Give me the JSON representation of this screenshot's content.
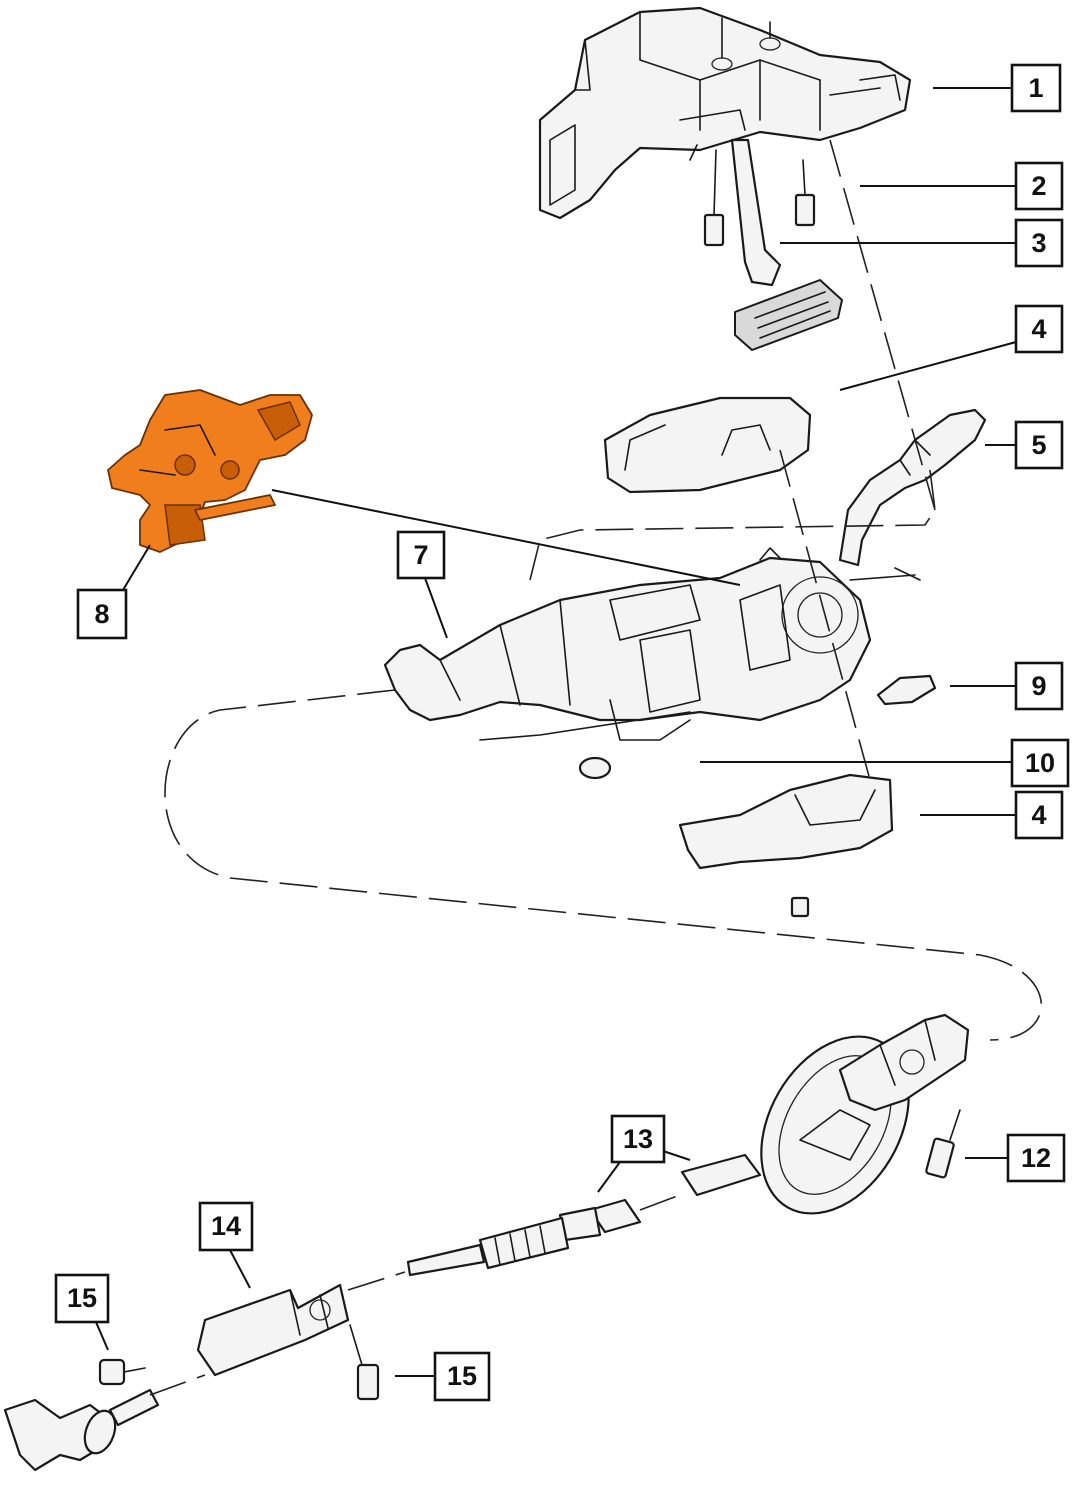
{
  "diagram": {
    "highlight_color": "#f07e1c",
    "callouts": [
      {
        "id": "c1",
        "label": "1"
      },
      {
        "id": "c2",
        "label": "2"
      },
      {
        "id": "c3",
        "label": "3"
      },
      {
        "id": "c4a",
        "label": "4"
      },
      {
        "id": "c5",
        "label": "5"
      },
      {
        "id": "c7",
        "label": "7"
      },
      {
        "id": "c8",
        "label": "8"
      },
      {
        "id": "c9",
        "label": "9"
      },
      {
        "id": "c10",
        "label": "10"
      },
      {
        "id": "c4b",
        "label": "4"
      },
      {
        "id": "c12",
        "label": "12"
      },
      {
        "id": "c13",
        "label": "13"
      },
      {
        "id": "c14",
        "label": "14"
      },
      {
        "id": "c15a",
        "label": "15"
      },
      {
        "id": "c15b",
        "label": "15"
      }
    ]
  }
}
